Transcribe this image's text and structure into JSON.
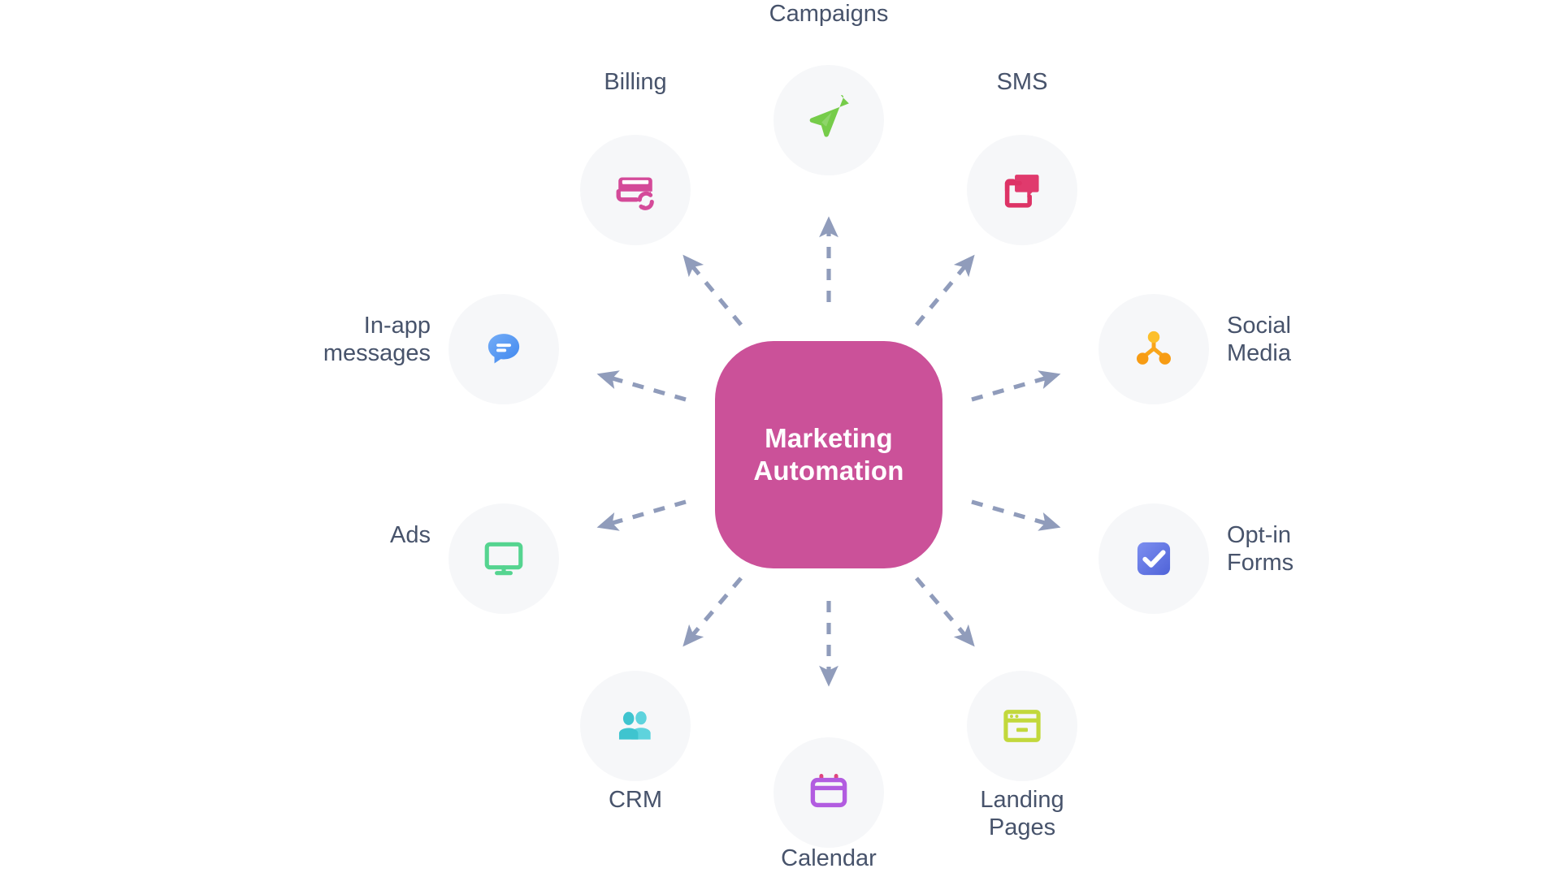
{
  "diagram": {
    "title": "Marketing Automation hub-and-spoke diagram",
    "background_color": "#ffffff",
    "hub": {
      "label": "Marketing\nAutomation",
      "color": "#cb5199",
      "text_color": "#ffffff"
    },
    "connector": {
      "style": "dashed",
      "color": "#909cbb",
      "direction": "outward-from-hub",
      "count": 10
    },
    "label_color": "#47536b",
    "node_circle_color": "#f6f7f9",
    "nodes": [
      {
        "id": "campaigns",
        "label": "Campaigns",
        "icon": "paper-plane-icon",
        "icon_color": "#76cc4a",
        "label_position": "above",
        "angle_deg": 90
      },
      {
        "id": "sms",
        "label": "SMS",
        "icon": "chat-bubbles-icon",
        "icon_color": "#e03a6d",
        "label_position": "above",
        "angle_deg": 57
      },
      {
        "id": "social-media",
        "label": "Social\nMedia",
        "icon": "share-network-icon",
        "icon_color": "#f9a51a",
        "label_position": "right",
        "angle_deg": 21
      },
      {
        "id": "opt-in-forms",
        "label": "Opt-in\nForms",
        "icon": "checkbox-checked-icon",
        "icon_color": "#5b6fe0",
        "label_position": "right",
        "angle_deg": -21
      },
      {
        "id": "landing-pages",
        "label": "Landing\nPages",
        "icon": "browser-window-icon",
        "icon_color": "#c2d83c",
        "label_position": "below",
        "angle_deg": -57
      },
      {
        "id": "calendar",
        "label": "Calendar",
        "icon": "calendar-icon",
        "icon_color": "#b25ce0",
        "label_position": "below",
        "angle_deg": -90
      },
      {
        "id": "crm",
        "label": "CRM",
        "icon": "users-icon",
        "icon_color": "#4ecbd6",
        "label_position": "below",
        "angle_deg": -123
      },
      {
        "id": "ads",
        "label": "Ads",
        "icon": "monitor-icon",
        "icon_color": "#55d490",
        "label_position": "left",
        "angle_deg": -159
      },
      {
        "id": "in-app-messages",
        "label": "In-app\nmessages",
        "icon": "message-bubble-icon",
        "icon_color": "#4e93f0",
        "label_position": "left",
        "angle_deg": 159
      },
      {
        "id": "billing",
        "label": "Billing",
        "icon": "credit-card-recurring-icon",
        "icon_color": "#d44a99",
        "label_position": "above",
        "angle_deg": 123
      }
    ]
  }
}
